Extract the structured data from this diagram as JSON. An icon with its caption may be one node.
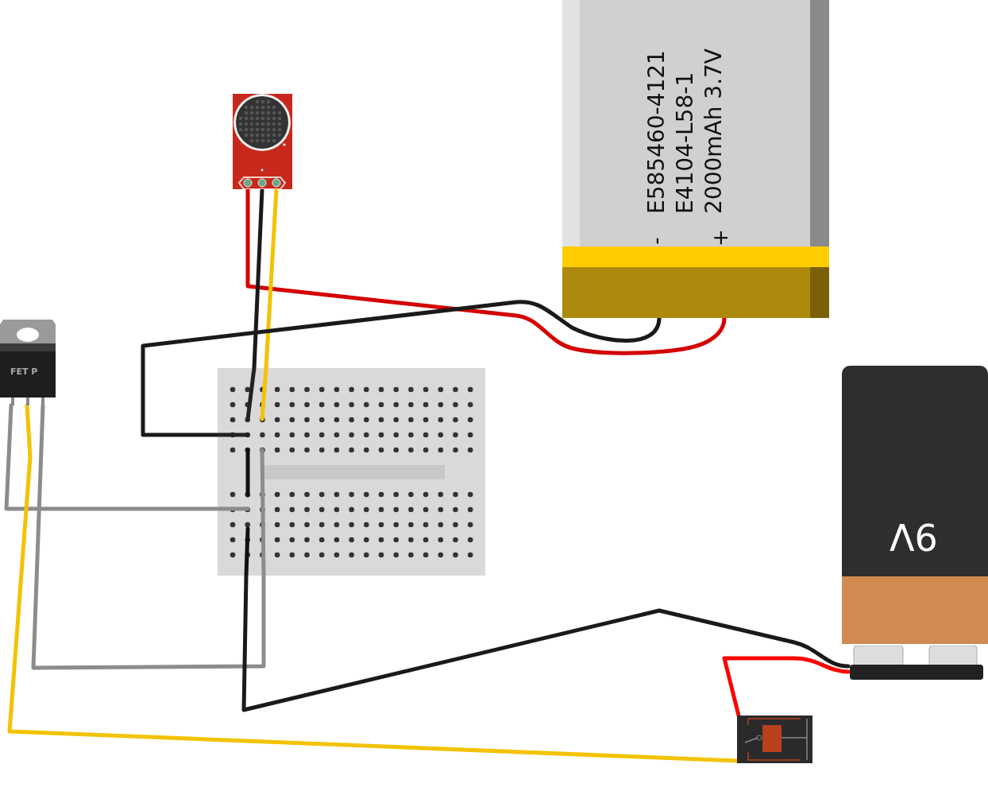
{
  "diagram": {
    "nodes": [
      {
        "text": [],
        "shape": "picture"
      },
      {
        "text": [
          "E585460-4121 E4104-L58-1 2000mAh 3.7V",
          "-",
          "+"
        ]
      },
      {
        "text": [
          "FET P"
        ]
      },
      {
        "text": [],
        "shape": "picture"
      },
      {
        "text": [
          "9V"
        ]
      },
      {
        "text": [],
        "shape": "picture"
      },
      {
        "text": [],
        "shape": "picture"
      }
    ],
    "edges": [
      {
        "from": 0,
        "to": 1,
        "arrow": "none",
        "color": "#d40000"
      },
      {
        "from": 0,
        "to": 3,
        "arrow": "none"
      },
      {
        "from": 0,
        "to": 3,
        "arrow": "none",
        "color": "#f2c300"
      },
      {
        "from": 1,
        "to": 3,
        "arrow": "none"
      },
      {
        "from": 2,
        "to": 3,
        "arrow": "none",
        "color": "#8c8c8c"
      },
      {
        "from": 2,
        "to": 3,
        "arrow": "none",
        "color": "#8c8c8c"
      },
      {
        "from": 2,
        "to": 6,
        "arrow": "none",
        "color": "#f2c300"
      },
      {
        "from": 3,
        "to": 5,
        "arrow": "none"
      },
      {
        "from": 5,
        "to": 6,
        "arrow": "none",
        "color": "#ff0000"
      }
    ]
  }
}
